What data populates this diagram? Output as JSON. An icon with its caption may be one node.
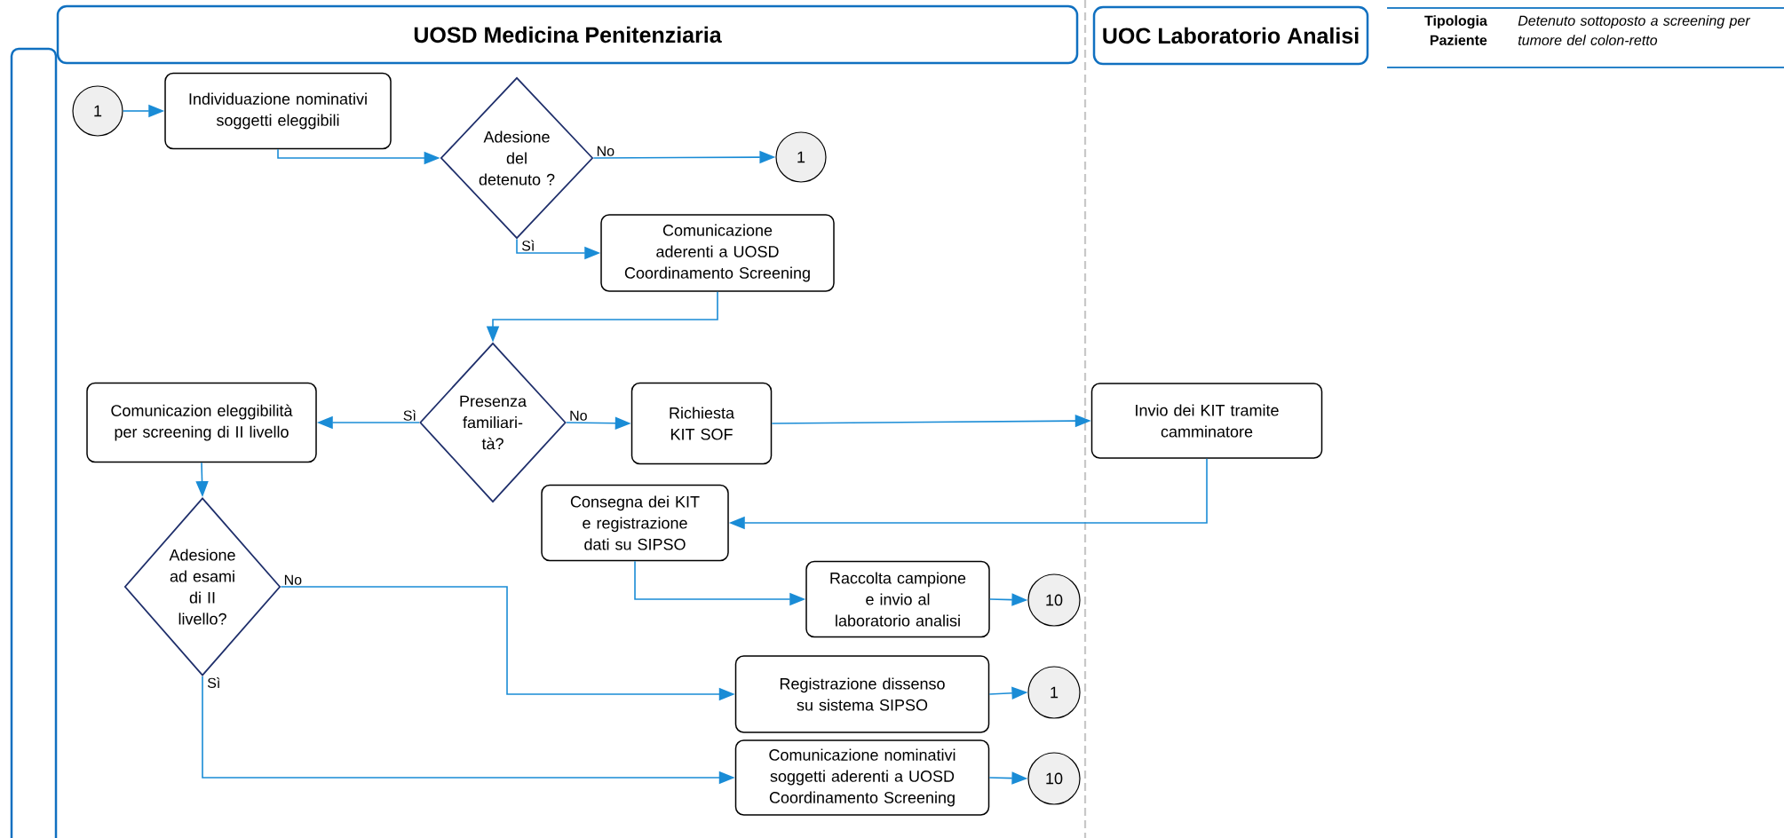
{
  "diagram": {
    "nodes": [
      {
        "text": [
          "UOSD Medicina Penitenziaria"
        ]
      },
      {
        "text": [
          "UOC Laboratorio Analisi"
        ]
      },
      {
        "text": [
          "1"
        ]
      },
      {
        "text": [
          "Individuazione nominativi soggetti eleggibili"
        ]
      },
      {
        "text": [
          "Adesione del detenuto ?"
        ]
      },
      {
        "text": [
          "1"
        ]
      },
      {
        "text": [
          "Comunicazione aderenti a UOSD Coordinamento Screening"
        ]
      },
      {
        "text": [
          "Comunicazion eleggibilità per screening di II livello"
        ]
      },
      {
        "text": [
          "Presenza familiari-tà?"
        ]
      },
      {
        "text": [
          "Richiesta KIT SOF"
        ]
      },
      {
        "text": [
          "Invio dei KIT tramite camminatore"
        ]
      },
      {
        "text": [
          "Consegna dei KIT e registrazione dati su SIPSO"
        ]
      },
      {
        "text": [
          "Adesione ad esami di II livello?"
        ]
      },
      {
        "text": [
          "Raccolta campione e invio al laboratorio analisi"
        ]
      },
      {
        "text": [
          "10"
        ]
      },
      {
        "text": [
          "Registrazione dissenso su sistema SIPSO"
        ]
      },
      {
        "text": [
          "1"
        ]
      },
      {
        "text": [
          "Comunicazione nominativi soggetti aderenti  a UOSD Coordinamento Screening"
        ]
      },
      {
        "text": [
          "10"
        ]
      }
    ],
    "edges": [
      {
        "from": 2,
        "to": 3,
        "arrow": "to"
      },
      {
        "from": 3,
        "to": 4,
        "arrow": "to"
      },
      {
        "from": 4,
        "to": 5,
        "arrow": "to",
        "label": "No"
      },
      {
        "from": 4,
        "to": 6,
        "arrow": "to",
        "label": "Sì"
      },
      {
        "from": 6,
        "to": 8,
        "arrow": "to"
      },
      {
        "from": 8,
        "to": 7,
        "arrow": "to",
        "label": "Sì"
      },
      {
        "from": 8,
        "to": 9,
        "arrow": "to",
        "label": "No"
      },
      {
        "from": 9,
        "to": 10,
        "arrow": "to"
      },
      {
        "from": 10,
        "to": 11,
        "arrow": "to"
      },
      {
        "from": 7,
        "to": 12,
        "arrow": "to"
      },
      {
        "from": 11,
        "to": 13,
        "arrow": "to"
      },
      {
        "from": 13,
        "to": 14,
        "arrow": "to"
      },
      {
        "from": 12,
        "to": 15,
        "arrow": "to",
        "label": "No"
      },
      {
        "from": 15,
        "to": 16,
        "arrow": "to"
      },
      {
        "from": 12,
        "to": 17,
        "arrow": "to",
        "label": "Sì"
      },
      {
        "from": 17,
        "to": 18,
        "arrow": "to"
      }
    ],
    "labels": [
      "Tipologia Paziente",
      "Detenuto sottoposto a screening per tumore del colon-retto"
    ]
  }
}
